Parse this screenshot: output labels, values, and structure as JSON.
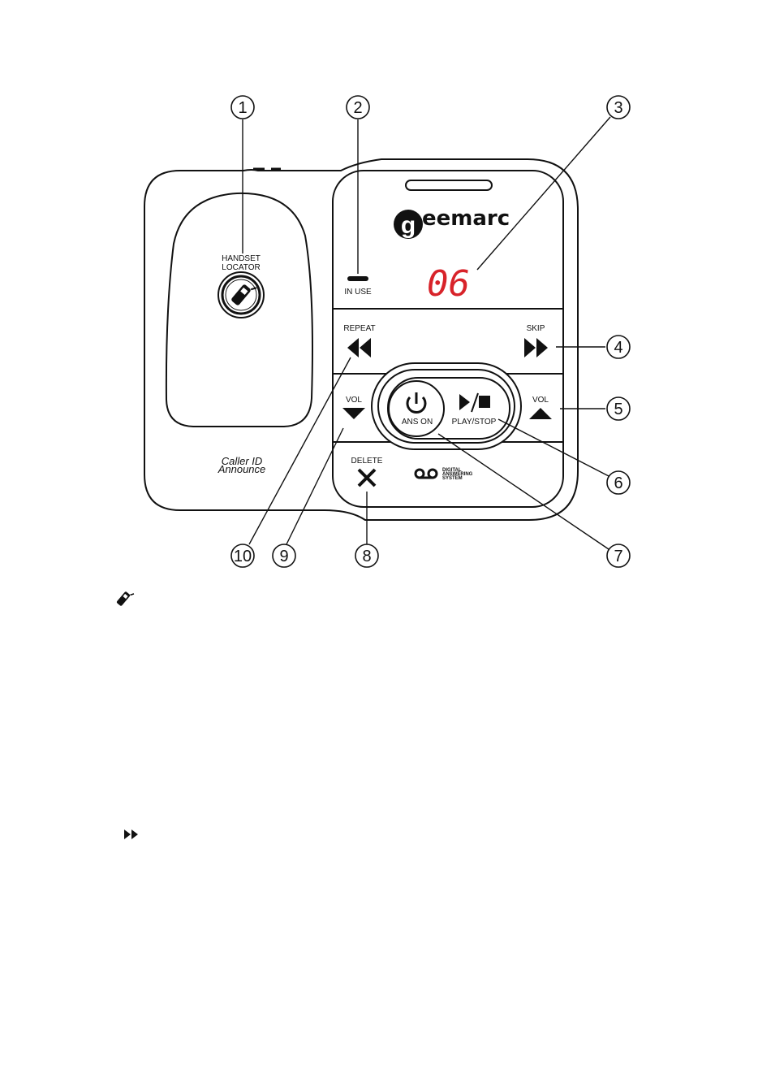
{
  "brand": "eemarc",
  "brand_initial": "g",
  "display_value": "06",
  "labels": {
    "handset_locator_line1": "HANDSET",
    "handset_locator_line2": "LOCATOR",
    "in_use": "IN USE",
    "repeat": "REPEAT",
    "skip": "SKIP",
    "vol_down": "VOL",
    "vol_up": "VOL",
    "ans_on": "ANS ON",
    "play_stop": "PLAY/STOP",
    "delete": "DELETE",
    "caller_id_line1": "Caller ID",
    "caller_id_line2": "Announce",
    "das_line1": "DIGITAL",
    "das_line2": "ANSWERING",
    "das_line3": "SYSTEM"
  },
  "callouts": [
    "1",
    "2",
    "3",
    "4",
    "5",
    "6",
    "7",
    "8",
    "9",
    "10"
  ],
  "icons": [
    "handset-icon",
    "fast-forward-icon"
  ],
  "colors": {
    "lcd": "#d8232a",
    "ink": "#111111"
  }
}
